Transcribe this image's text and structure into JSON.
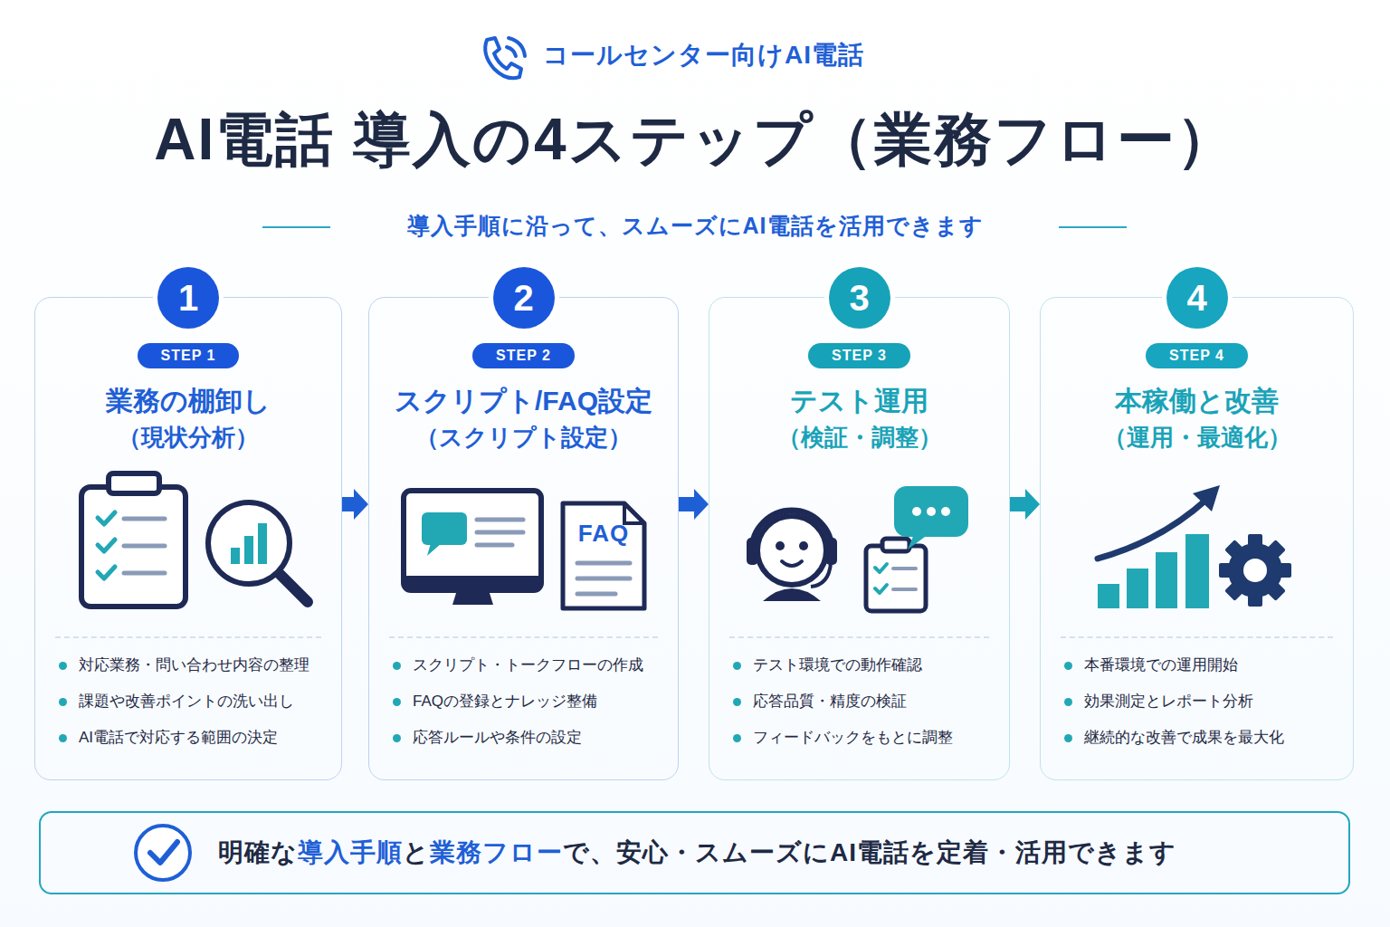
{
  "diagram": {
    "title": "AI電話 導入の4ステップ（業務フロー）",
    "nodes": [
      {
        "text": [
          "1",
          "STEP 1",
          "業務の棚卸し",
          "（現状分析）",
          "対応業務・問い合わせ内容の整理",
          "課題や改善ポイントの洗い出し",
          "AI電話で対応する範囲の決定"
        ]
      },
      {
        "text": [
          "2",
          "STEP 2",
          "スクリプト/FAQ設定",
          "（スクリプト設定）",
          "スクリプト・トークフローの作成",
          "FAQの登録とナレッジ整備",
          "応答ルールや条件の設定"
        ]
      },
      {
        "text": [
          "3",
          "STEP 3",
          "テスト運用",
          "（検証・調整）",
          "テスト環境での動作確認",
          "応答品質・精度の検証",
          "フィードバックをもとに調整"
        ]
      },
      {
        "text": [
          "4",
          "STEP 4",
          "本稼働と改善",
          "（運用・最適化）",
          "本番環境での運用開始",
          "効果測定とレポート分析",
          "継続的な改善で成果を最大化"
        ]
      },
      {
        "text": [
          "明確な",
          "導入手順",
          "と",
          "業務フロー",
          "で、安心・スムーズにAI電話を定着・活用できます"
        ]
      }
    ],
    "edges": [
      {
        "from": 0,
        "to": 1,
        "arrow": "to"
      },
      {
        "from": 1,
        "to": 2,
        "arrow": "to"
      },
      {
        "from": 2,
        "to": 3,
        "arrow": "to"
      }
    ],
    "labels": [
      "コールセンター向けAI電話",
      "導入手順に沿って、スムーズにAI電話を活用できます",
      "FAQ"
    ]
  }
}
